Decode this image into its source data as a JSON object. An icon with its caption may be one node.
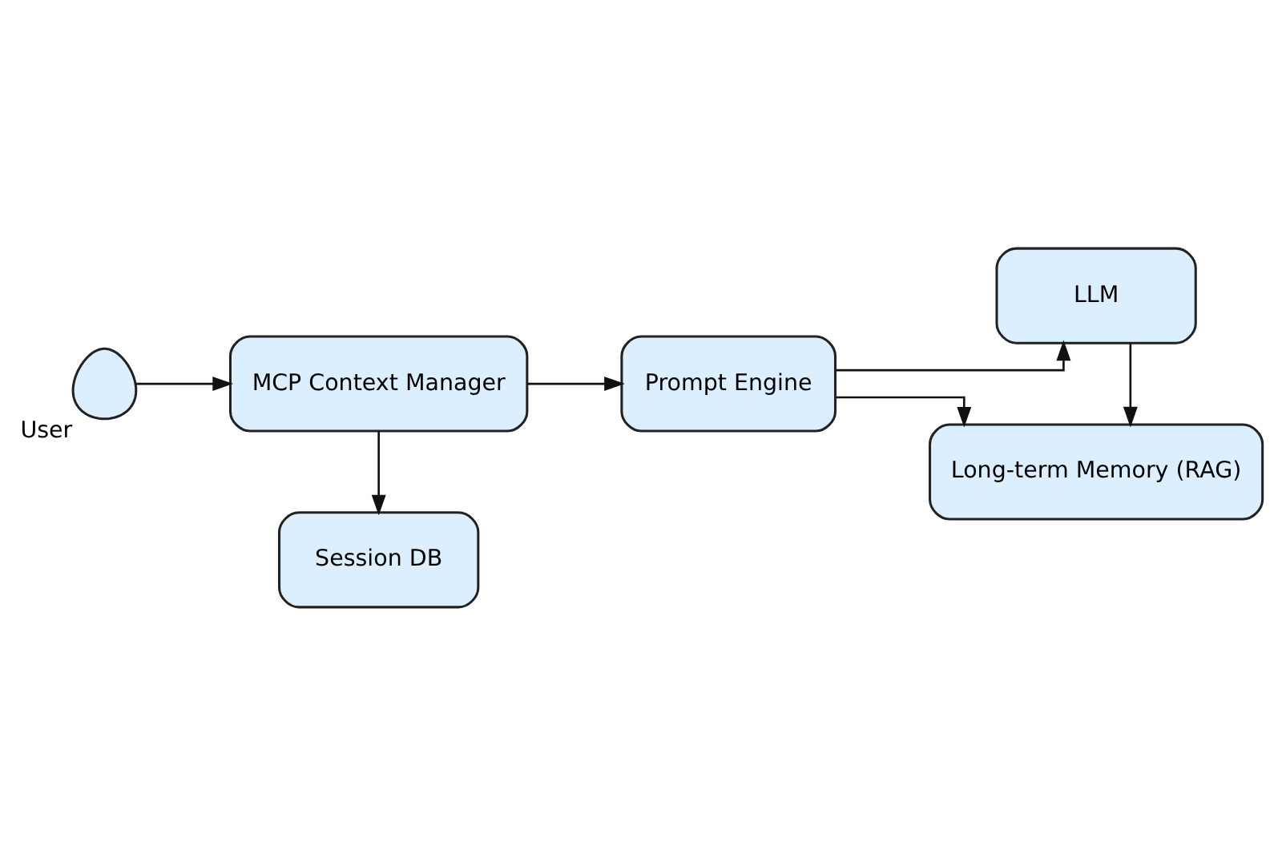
{
  "diagram": {
    "nodes": [
      {
        "text": [],
        "shape": "person",
        "beside": [
          "User"
        ]
      },
      {
        "text": [
          "MCP Context Manager"
        ]
      },
      {
        "text": [
          "Session DB"
        ]
      },
      {
        "text": [
          "Prompt Engine"
        ]
      },
      {
        "text": [
          "Long-term Memory (RAG)"
        ]
      },
      {
        "text": [
          "LLM"
        ]
      }
    ],
    "edges": [
      {
        "from": 0,
        "to": 1,
        "arrow": "to"
      },
      {
        "from": 1,
        "to": 3,
        "arrow": "to"
      },
      {
        "from": 1,
        "to": 2,
        "arrow": "to"
      },
      {
        "from": 3,
        "to": 4,
        "arrow": "to"
      },
      {
        "from": 3,
        "to": 5,
        "arrow": "to"
      },
      {
        "from": 5,
        "to": 4,
        "arrow": "to"
      }
    ]
  }
}
